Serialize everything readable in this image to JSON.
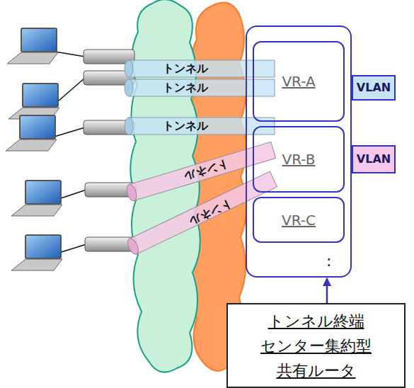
{
  "diagram": {
    "nodes": [
      {
        "text": [
          ":"
        ]
      },
      {
        "text": [
          "VR-A"
        ],
        "in": 0
      },
      {
        "text": [
          "VR-B"
        ],
        "in": 0
      },
      {
        "text": [
          "VR-C"
        ],
        "in": 0
      },
      {
        "text": [
          "VLAN"
        ]
      },
      {
        "text": [
          "VLAN"
        ]
      },
      {
        "text": [
          "トンネル終端 センター集約型 共有ルータ"
        ]
      }
    ],
    "edges": [
      {
        "from": 6,
        "to": 0,
        "arrow": "to"
      }
    ],
    "labels": [
      "トンネル",
      "トンネル",
      "トンネル",
      "トンネル",
      "トンネル"
    ]
  }
}
